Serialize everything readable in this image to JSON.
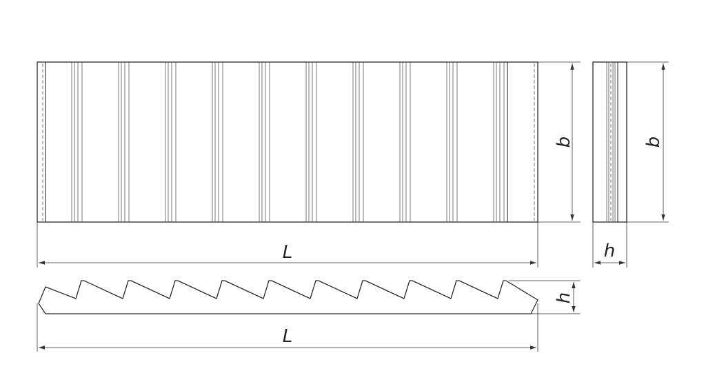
{
  "labels": {
    "front_length": "L",
    "front_width": "b",
    "side_width": "b",
    "side_height": "h",
    "profile_height": "h",
    "profile_length": "L"
  },
  "colors": {
    "line": "#2a2a2a",
    "background": "#ffffff"
  }
}
